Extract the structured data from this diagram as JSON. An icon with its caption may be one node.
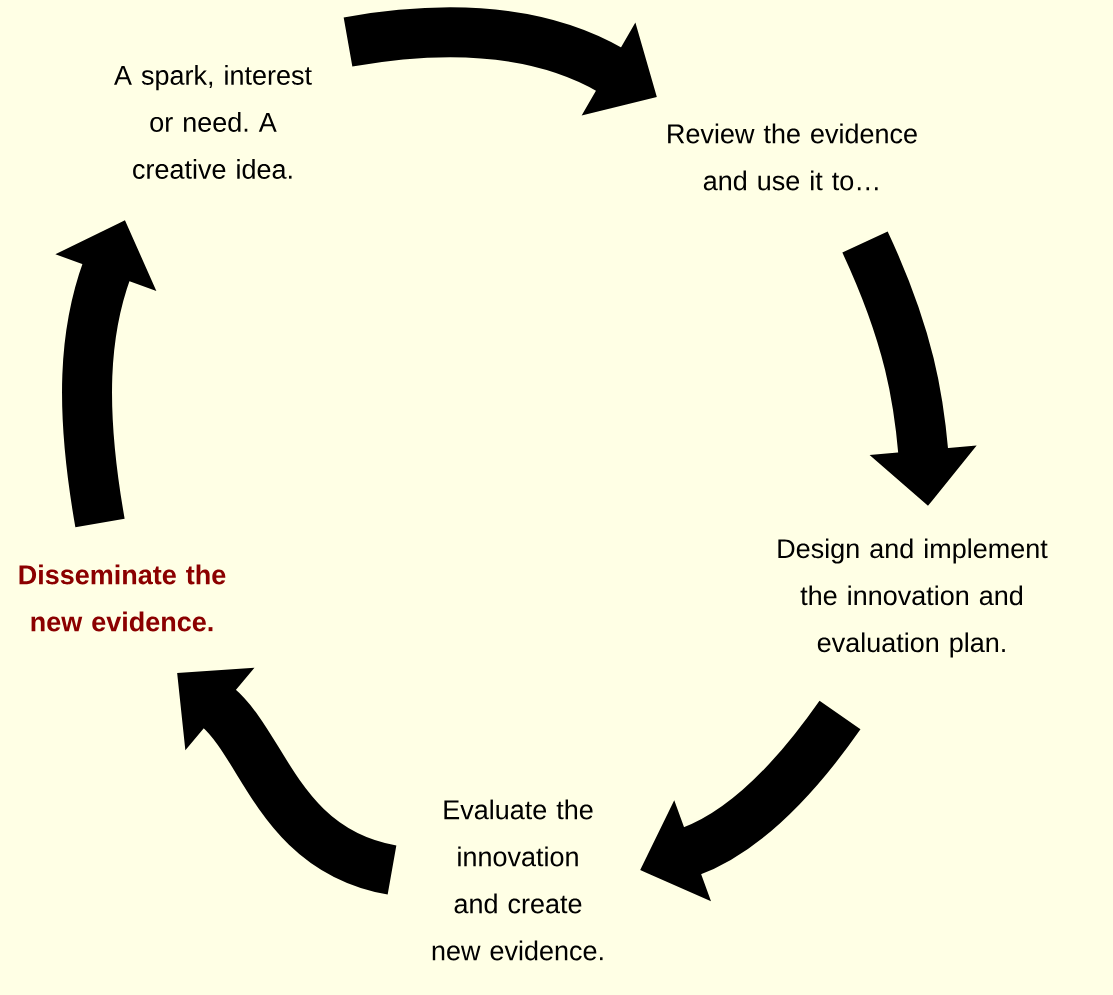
{
  "diagram": {
    "nodes": [
      {
        "text": [
          "A spark, interest or need. A creative idea."
        ]
      },
      {
        "text": [
          "Review the evidence and use it to…"
        ]
      },
      {
        "text": [
          "Design and implement the innovation and evaluation plan."
        ]
      },
      {
        "text": [
          "Evaluate the innovation and create new evidence."
        ]
      },
      {
        "text": [
          "**Disseminate the new evidence.**"
        ]
      }
    ],
    "edges": [
      {
        "from": 0,
        "to": 1,
        "arrow": "to"
      },
      {
        "from": 1,
        "to": 2,
        "arrow": "to"
      },
      {
        "from": 2,
        "to": 3,
        "arrow": "to"
      },
      {
        "from": 3,
        "to": 4,
        "arrow": "to"
      },
      {
        "from": 4,
        "to": 0,
        "arrow": "to"
      }
    ]
  }
}
